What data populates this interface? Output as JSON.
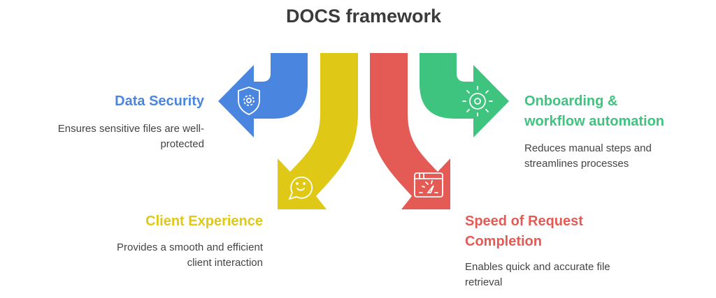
{
  "title": "DOCS framework",
  "colors": {
    "blue": "#4a86e0",
    "yellow": "#dfc816",
    "red": "#e45a55",
    "green": "#3ec47e"
  },
  "items": [
    {
      "heading": "Data Security",
      "desc_lines": [
        "Ensures sensitive files are well-",
        "protected"
      ],
      "icon": "shield-gear-icon"
    },
    {
      "heading": "Client Experience",
      "desc_lines": [
        "Provides a smooth and efficient",
        "client interaction"
      ],
      "icon": "smiley-chat-icon"
    },
    {
      "heading_lines": [
        "Speed of Request",
        "Completion"
      ],
      "desc_lines": [
        "Enables quick and accurate file",
        "retrieval"
      ],
      "icon": "speedometer-window-icon"
    },
    {
      "heading_lines": [
        "Onboarding &",
        "workflow automation"
      ],
      "desc_lines": [
        "Reduces manual steps and",
        "streamlines processes"
      ],
      "icon": "sun-gear-icon"
    }
  ]
}
